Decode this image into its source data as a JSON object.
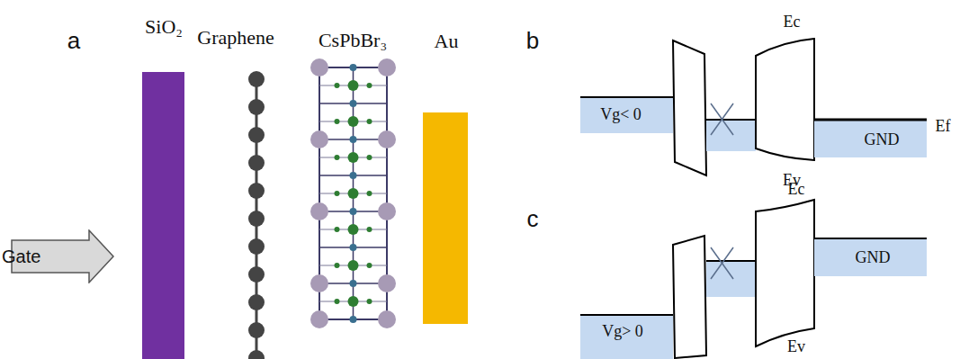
{
  "diagram": {
    "nodes": [
      {
        "text": [
          "Gate"
        ]
      }
    ],
    "labels": [
      "a",
      "SiO₂",
      "Graphene",
      "CsPbBr₃",
      "Au",
      "b",
      "Vg< 0",
      "Ec",
      "Ev",
      "Ef",
      "GND",
      "c",
      "Vg> 0",
      "GND",
      "Ec",
      "Ev"
    ]
  }
}
